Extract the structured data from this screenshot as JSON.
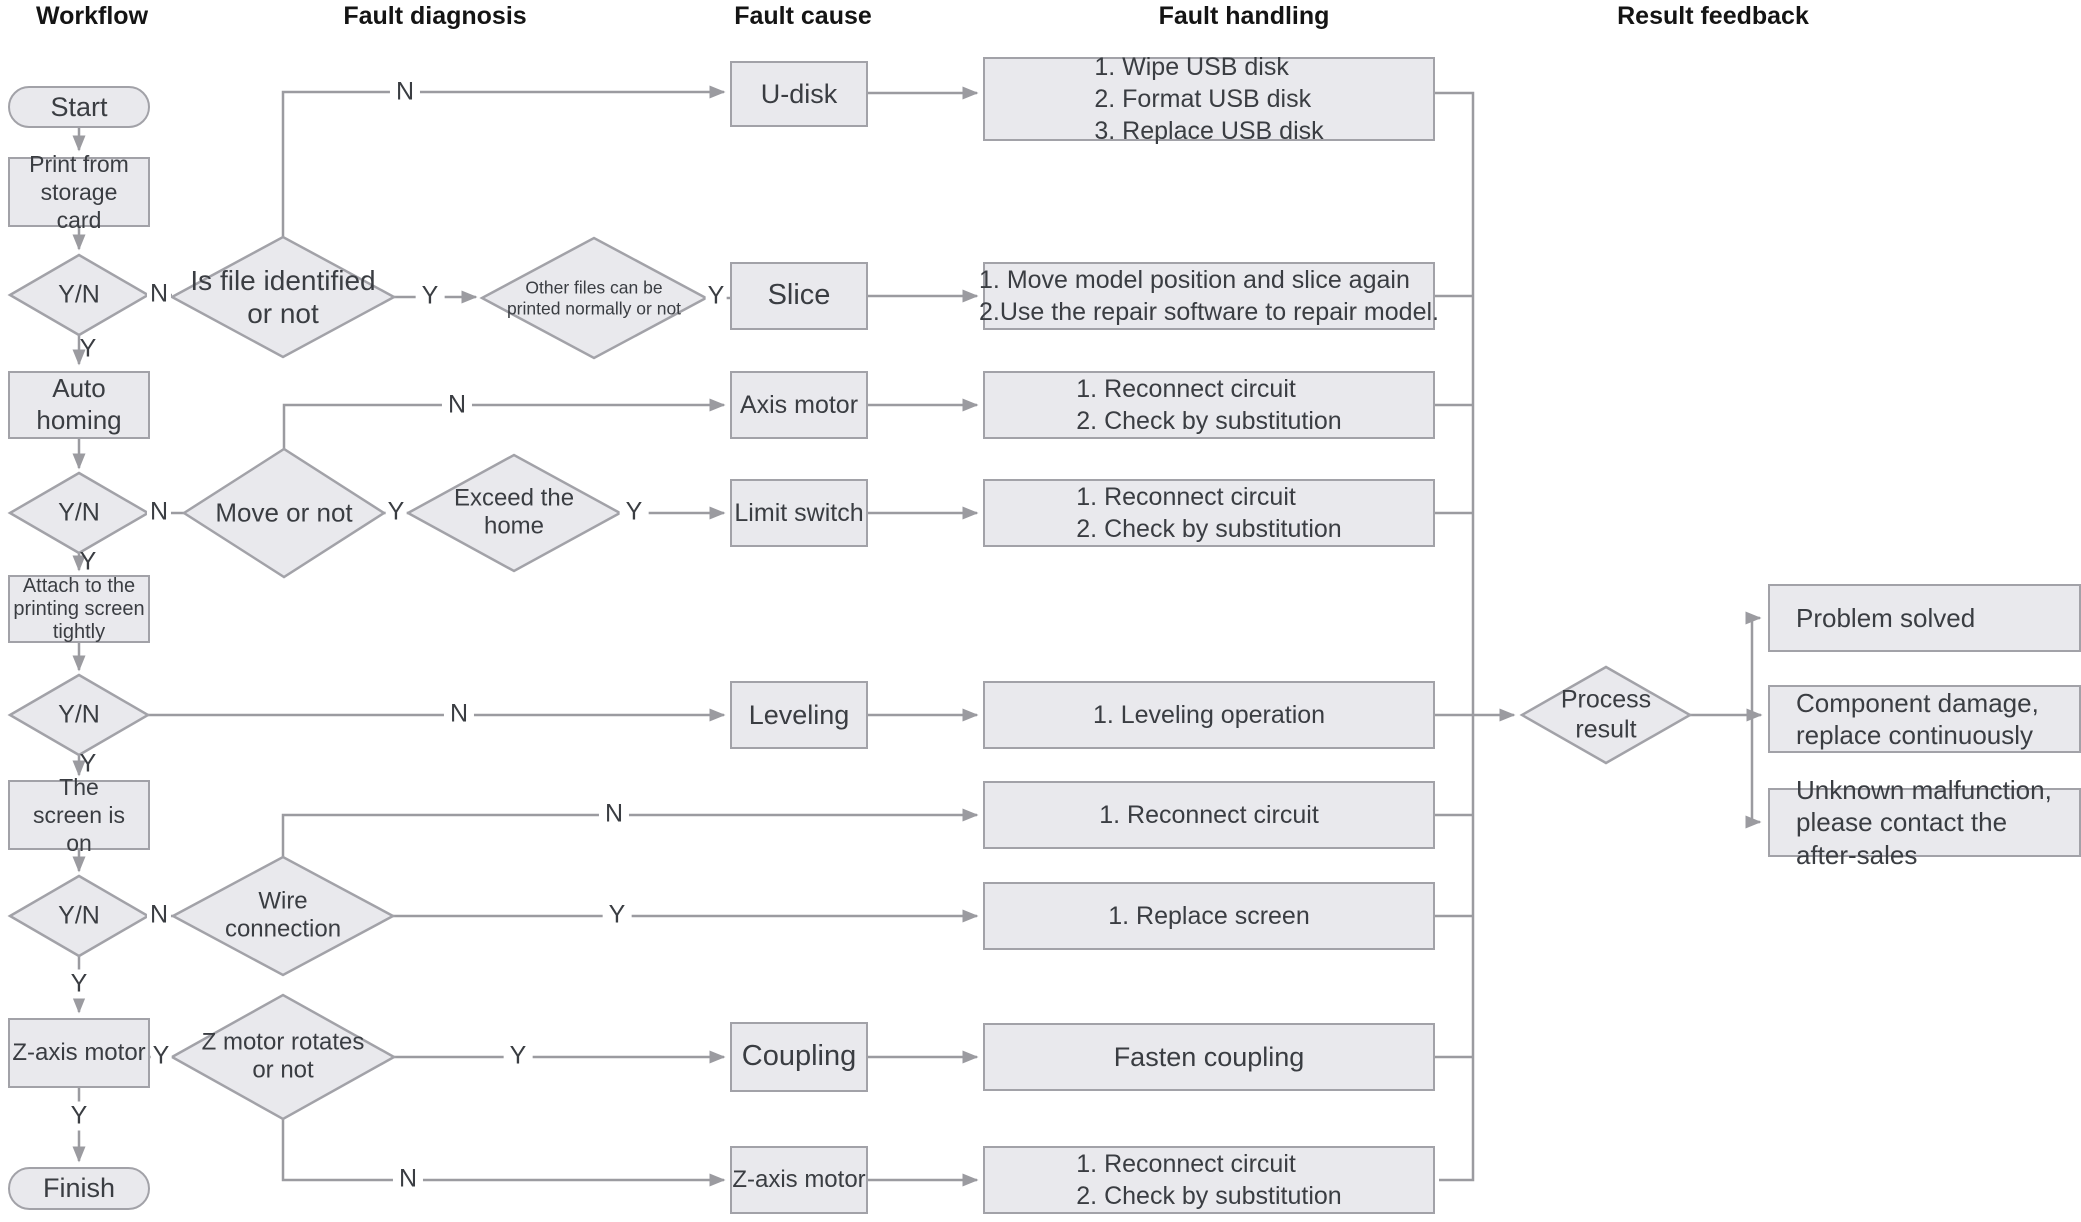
{
  "headers": {
    "workflow": "Workflow",
    "fault_diagnosis": "Fault diagnosis",
    "fault_cause": "Fault cause",
    "fault_handling": "Fault handling",
    "result_feedback": "Result feedback"
  },
  "labels": {
    "y": "Y",
    "n": "N",
    "yn": "Y/N"
  },
  "workflow": {
    "start": "Start",
    "print_from_storage_card": "Print from storage card",
    "auto_homing": "Auto homing",
    "attach_screen": "Attach to the printing screen tightly",
    "screen_on": "The screen is on",
    "z_axis_motor": "Z-axis motor",
    "finish": "Finish"
  },
  "diagnosis": {
    "is_file_identified": "Is file identified or not",
    "other_files": "Other files can be printed normally or not",
    "move_or_not": "Move or not",
    "exceed_home": "Exceed the home",
    "wire_connection": "Wire connection",
    "z_motor_rotates": "Z motor rotates or not"
  },
  "causes": {
    "u_disk": "U-disk",
    "slice": "Slice",
    "axis_motor": "Axis motor",
    "limit_switch": "Limit switch",
    "leveling": "Leveling",
    "coupling": "Coupling",
    "z_axis_motor": "Z-axis motor"
  },
  "handling": {
    "u_disk": [
      "1. Wipe USB disk",
      "2. Format USB disk",
      "3. Replace USB disk"
    ],
    "slice": [
      "1. Move model position and slice again",
      "2.Use the repair software to repair model."
    ],
    "axis_motor": [
      "1. Reconnect circuit",
      "2. Check by substitution"
    ],
    "limit_switch": [
      "1. Reconnect circuit",
      "2. Check by substitution"
    ],
    "leveling": "1. Leveling operation",
    "reconnect": "1. Reconnect circuit",
    "replace_screen": "1. Replace screen",
    "fasten_coupling": "Fasten coupling",
    "z_axis_motor": [
      "1. Reconnect circuit",
      "2. Check by substitution"
    ]
  },
  "feedback": {
    "process_result": "Process result",
    "results": [
      "Problem solved",
      "Component damage, replace continuously",
      "Unknown malfunction, please contact the after-sales"
    ]
  }
}
